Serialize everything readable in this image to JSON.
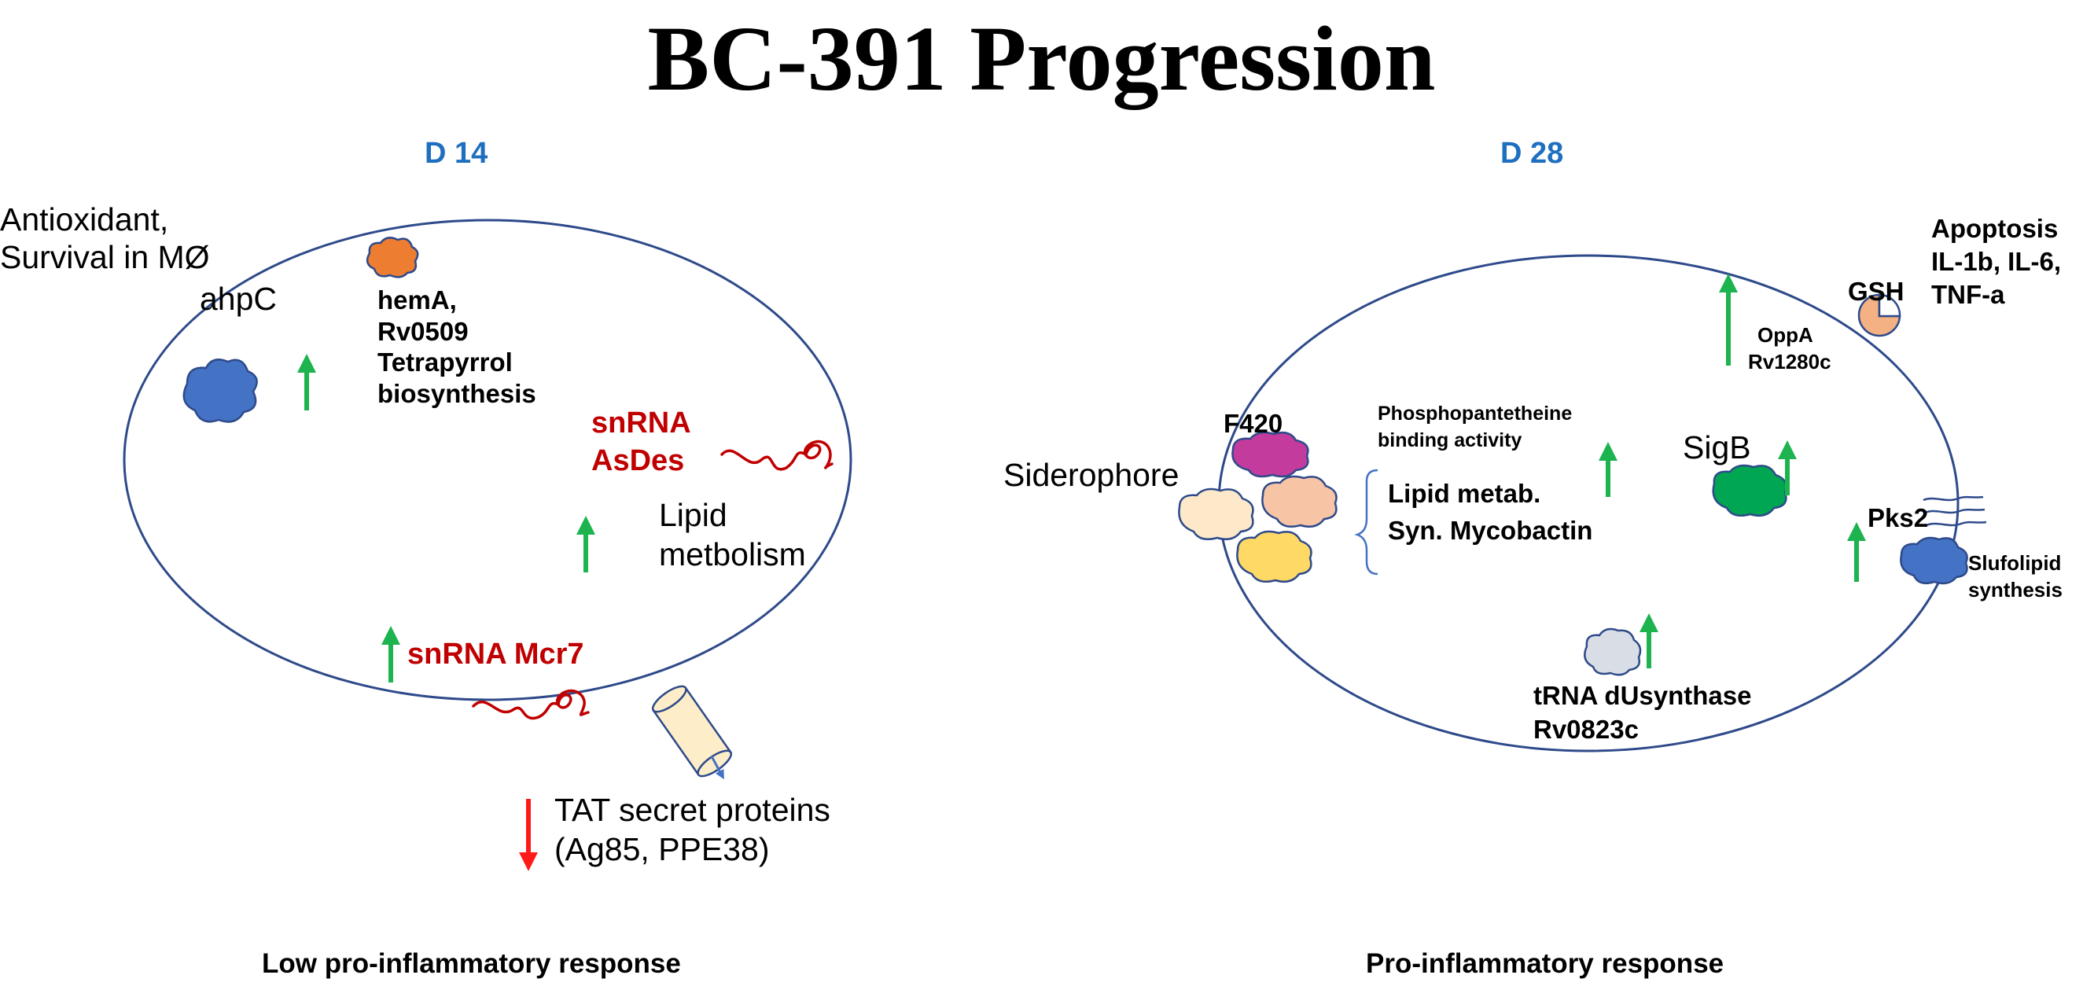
{
  "title": "BC-391 Progression",
  "left_panel": {
    "day": "D 14",
    "antioxidant": [
      "Antioxidant,",
      "Survival in MØ"
    ],
    "ahpc": "ahpC",
    "hema": [
      "hemA,",
      "Rv0509",
      "Tetrapyrrol",
      "biosynthesis"
    ],
    "snrna_asdes": [
      "snRNA",
      "AsDes"
    ],
    "lipid": [
      "Lipid",
      "metbolism"
    ],
    "snrna_mcr7": "snRNA Mcr7",
    "tat": [
      "TAT secret proteins",
      "(Ag85, PPE38)"
    ],
    "response": "Low pro-inflammatory response"
  },
  "right_panel": {
    "day": "D 28",
    "apoptosis": [
      "Apoptosis",
      "IL-1b, IL-6,",
      "TNF-a"
    ],
    "gsh": "GSH",
    "oppa": [
      "OppA",
      "Rv1280c"
    ],
    "phospho": [
      "Phosphopantetheine",
      "binding activity"
    ],
    "f420": "F420",
    "siderophore": "Siderophore",
    "lipid_metab": [
      "Lipid metab.",
      "Syn. Mycobactin"
    ],
    "sigb": "SigB",
    "pks2": "Pks2",
    "slufolipid": [
      "Slufolipid",
      "synthesis"
    ],
    "trna": [
      "tRNA dUsynthase",
      "Rv0823c"
    ],
    "response": "Pro-inflammatory response"
  },
  "colors": {
    "cell_outline": "#2e4a8a",
    "up_arrow": "#1db34f",
    "down_arrow": "#ff1a1a",
    "rna_red": "#c00000",
    "day_blue": "#1f6fc0",
    "ahpc_blob": "#4472c4",
    "hema_blob": "#ed7d31",
    "f420_blob": "#c43b9e",
    "sidero_blob_1": "#fde9c9",
    "sidero_blob_2": "#f7c4a6",
    "sidero_blob_3": "#ffd966",
    "sigb_blob": "#00a651",
    "pks2_blob": "#4472c4",
    "trna_blob": "#d9dde6",
    "gsh_blob": "#f4b183",
    "tat_channel": "#fdeec9"
  }
}
